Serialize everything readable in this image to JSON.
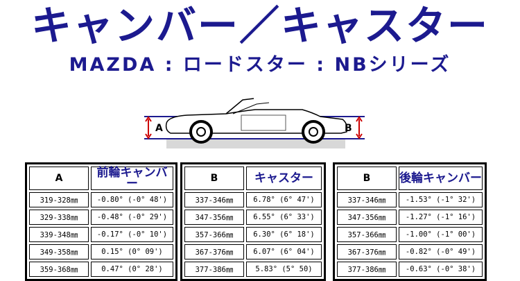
{
  "title": "キャンバー／キャスター",
  "subtitle": "MAZDA : ロードスター : NBシリーズ",
  "diagram": {
    "label_a": "A",
    "label_b": "B"
  },
  "tables": [
    {
      "headers": [
        "A",
        "前輪キャンバー"
      ],
      "rows": [
        [
          "319-328㎜",
          "-0.80° (-0° 48')"
        ],
        [
          "329-338㎜",
          "-0.48° (-0° 29')"
        ],
        [
          "339-348㎜",
          "-0.17° (-0° 10')"
        ],
        [
          "349-358㎜",
          "0.15° (0° 09')"
        ],
        [
          "359-368㎜",
          "0.47° (0° 28')"
        ]
      ]
    },
    {
      "headers": [
        "B",
        "キャスター"
      ],
      "rows": [
        [
          "337-346㎜",
          "6.78° (6° 47')"
        ],
        [
          "347-356㎜",
          "6.55° (6° 33')"
        ],
        [
          "357-366㎜",
          "6.30° (6° 18')"
        ],
        [
          "367-376㎜",
          "6.07° (6° 04')"
        ],
        [
          "377-386㎜",
          "5.83° (5° 50)"
        ]
      ]
    },
    {
      "headers": [
        "B",
        "後輪キャンバー"
      ],
      "rows": [
        [
          "337-346㎜",
          "-1.53° (-1° 32')"
        ],
        [
          "347-356㎜",
          "-1.27° (-1° 16')"
        ],
        [
          "357-366㎜",
          "-1.00° (-1° 00')"
        ],
        [
          "367-376㎜",
          "-0.82° (-0° 49')"
        ],
        [
          "377-386㎜",
          "-0.63° (-0° 38')"
        ]
      ]
    }
  ]
}
